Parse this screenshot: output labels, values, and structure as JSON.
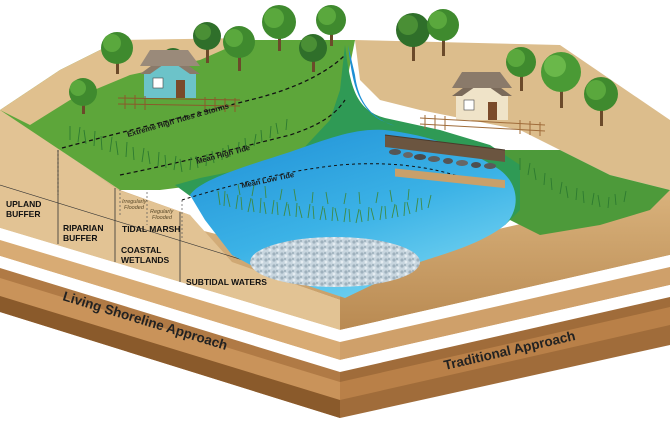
{
  "zones": {
    "upland_buffer": [
      "UPLAND",
      "BUFFER"
    ],
    "riparian_buffer": [
      "RIPARIAN",
      "BUFFER"
    ],
    "coastal_wetlands": [
      "COASTAL",
      "WETLANDS"
    ],
    "tidal_marsh": "TIDAL MARSH",
    "subtidal_waters": "SUBTIDAL WATERS"
  },
  "flood_notes": {
    "irregularly": [
      "Irregularly",
      "Flooded"
    ],
    "regularly": [
      "Regularly",
      "Flooded"
    ]
  },
  "tide_lines": {
    "extreme": "Extreme High Tides & Storms",
    "mean_high": "Mean High Tide",
    "mean_low": "Mean Low Tide"
  },
  "approaches": {
    "living": "Living Shoreline Approach",
    "traditional": "Traditional Approach"
  },
  "colors": {
    "sand": "#d9b98a",
    "soil_brown": "#b88a55",
    "band_white": "#ffffff",
    "water_blue": "#3aaee0",
    "marsh_green": "#3fa34a",
    "deep_brown": "#8a5a2b"
  }
}
